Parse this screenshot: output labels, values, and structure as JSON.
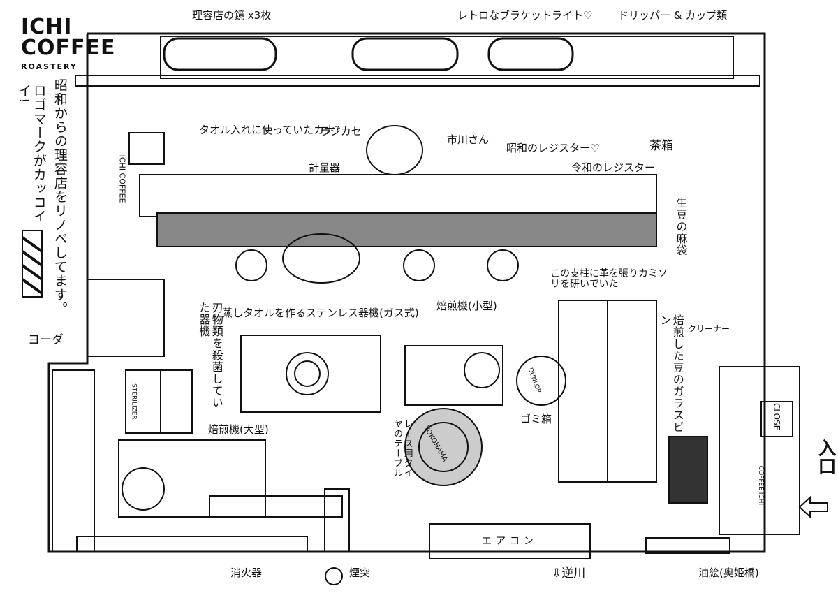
{
  "brand": {
    "line1": "ICHI",
    "line2": "COFFEE",
    "line3": "ROASTERY"
  },
  "left_caption": {
    "col1": "昭和からの理容店をリノベしてます。",
    "col2": "ロゴマークがカッコイイ!"
  },
  "labels": {
    "mirrors": "理容店の鏡 x3枚",
    "bracket_light": "レトロなブラケットライト♡",
    "dripper_cups": "ドリッパー & カップ類",
    "towel_box": "タオル入れに使っていたカナ?",
    "radio_cassette": "ラジカセ",
    "ichikawa": "市川さん",
    "showa_register": "昭和のレジスター♡",
    "reiwa_register": "令和のレジスター",
    "scale": "計量器",
    "tea_box": "茶箱",
    "green_bean_bags": "生豆の麻袋",
    "pillar_note": "この支柱に革を張りカミソリを研いでいた",
    "steam_towel_machine": "蒸しタオルを作るステンレス器機(ガス式)",
    "small_roaster": "焙煎機(小型)",
    "roasted_bean_jars": "焙煎した豆のガラスビン",
    "knife_sterilizer": "刃物類を殺菌していた器機",
    "yoda": "ヨーダ",
    "cleaner": "クリーナー",
    "trash": "ゴミ箱",
    "large_roaster": "焙煎機(大型)",
    "tire_table": "レース用タイヤのテーブル",
    "air_conditioner": "エアコン",
    "extinguisher": "消火器",
    "chimney": "煙突",
    "river": "⇩逆川",
    "oil_painting": "油絵(奥姫橋)",
    "entrance": "入口"
  },
  "signs": {
    "close": "CLOSE",
    "sterilizer": "STERILIZER",
    "logo_small": "ICHI COFFEE",
    "tire_brand": "YOKOHAMA",
    "trash_brand": "DUNLOP",
    "door_logo": "COFFEE ICHI"
  }
}
